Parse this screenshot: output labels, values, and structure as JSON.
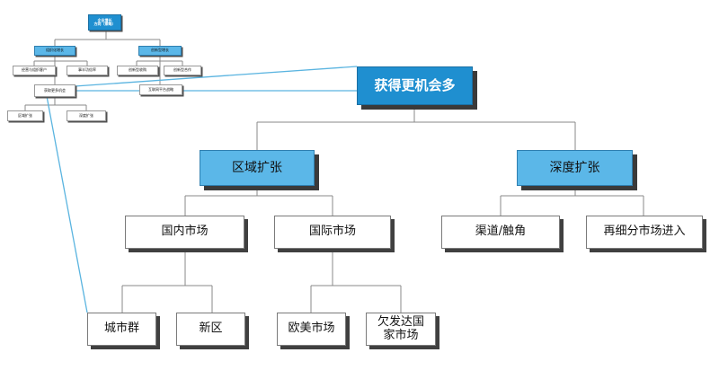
{
  "mini_chart": {
    "root_line1": "企业增长",
    "root_line2": "方向（策略）",
    "left_branch": "组织化增长",
    "right_branch": "创新型增长",
    "leaf_a": "经营与组织客户",
    "leaf_b": "事半功倍率",
    "leaf_c": "获取更多机会",
    "leaf_d": "区域扩张",
    "leaf_e": "深度扩张",
    "leaf_f": "创新型收购",
    "leaf_g": "创新型合作",
    "leaf_h": "互联网平台战略"
  },
  "main_chart": {
    "root": "获得更机会多",
    "region_expansion": "区域扩张",
    "depth_expansion": "深度扩张",
    "domestic_market": "国内市场",
    "international_market": "国际市场",
    "channel_reach": "渠道/触角",
    "resegment_market": "再细分市场进入",
    "city_cluster": "城市群",
    "new_district": "新区",
    "euro_us_market": "欧美市场",
    "underdeveloped_line1": "欠发达国",
    "underdeveloped_line2": "家市场"
  },
  "colors": {
    "root": "#1f8fd0",
    "level2": "#5bb7e8",
    "leaf": "#ffffff",
    "connector": "#888888",
    "callout": "#5ab4e0"
  }
}
